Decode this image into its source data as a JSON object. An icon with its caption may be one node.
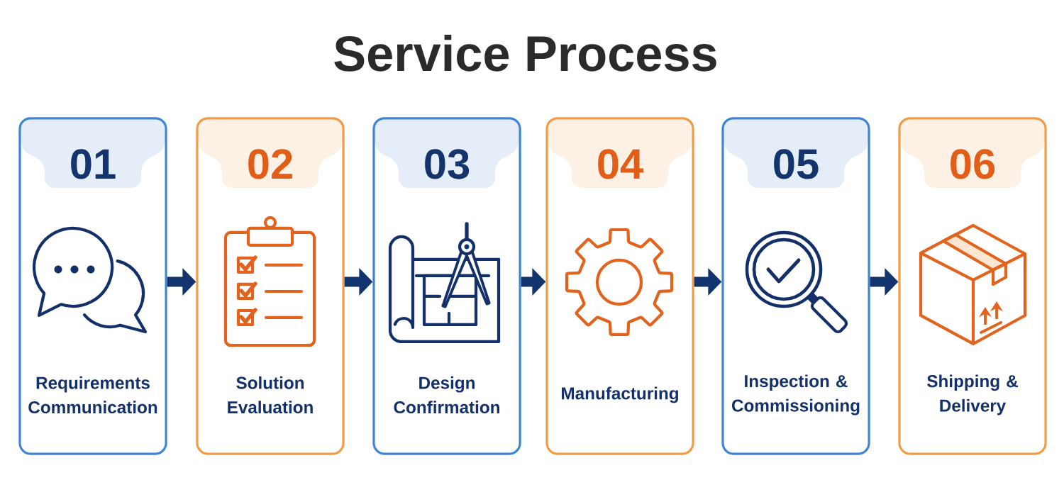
{
  "diagram": {
    "title": "Service Process",
    "nodes": [
      {
        "text": [
          "01",
          "Requirements Communication"
        ]
      },
      {
        "text": [
          "02",
          "Solution Evaluation"
        ]
      },
      {
        "text": [
          "03",
          "Design Confirmation"
        ]
      },
      {
        "text": [
          "04",
          "Manufacturing"
        ]
      },
      {
        "text": [
          "05",
          "Inspection & Commissioning"
        ]
      },
      {
        "text": [
          "06",
          "Shipping & Delivery"
        ]
      }
    ],
    "edges": [
      {
        "from": 0,
        "to": 1,
        "arrow": "to"
      },
      {
        "from": 1,
        "to": 2,
        "arrow": "to"
      },
      {
        "from": 2,
        "to": 3,
        "arrow": "to"
      },
      {
        "from": 3,
        "to": 4,
        "arrow": "to"
      },
      {
        "from": 4,
        "to": 5,
        "arrow": "to"
      }
    ]
  }
}
